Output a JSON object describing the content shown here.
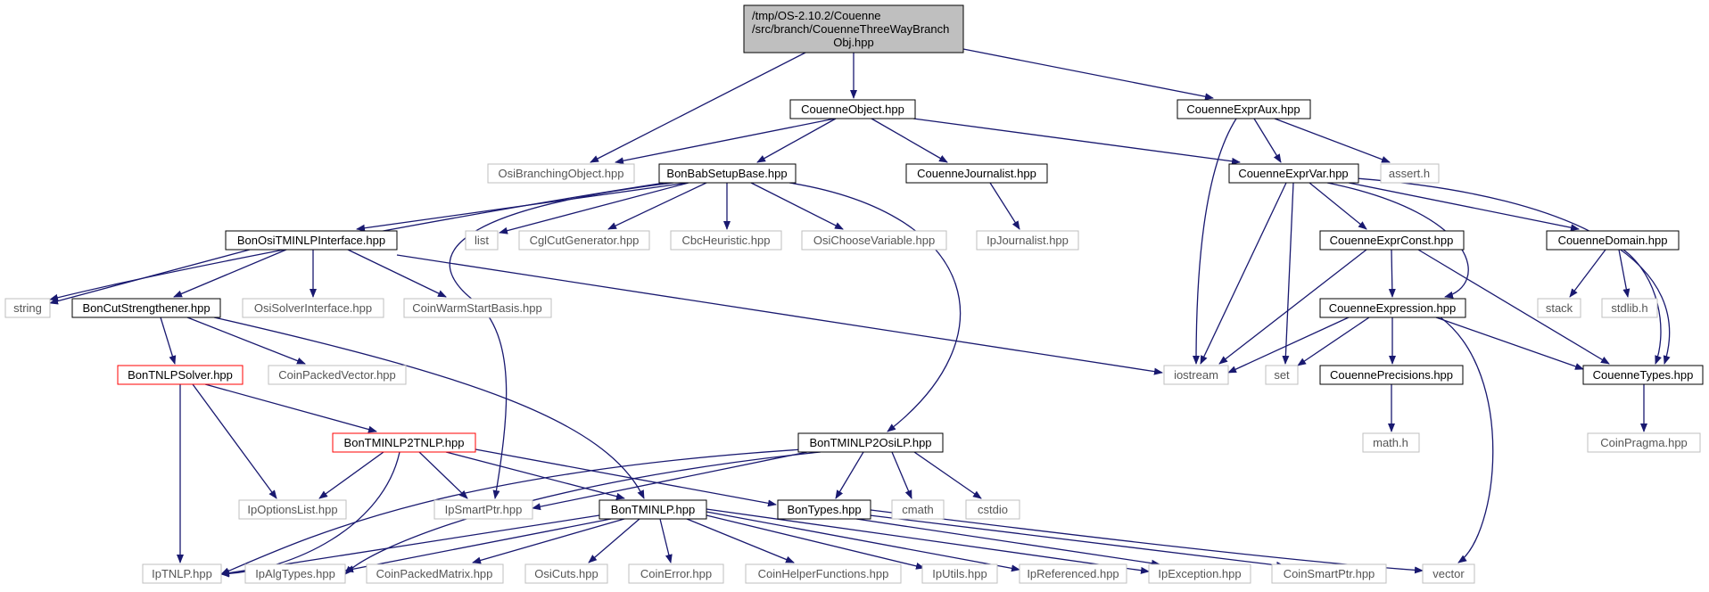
{
  "colors": {
    "edge": "#191970",
    "root_fill": "#bfbfbf",
    "normal_border": "#000000",
    "external_border": "#bfbfbf",
    "truncated_border": "#ff0000"
  },
  "root": {
    "lines": [
      "/tmp/OS-2.10.2/Couenne",
      "/src/branch/CouenneThreeWayBranch",
      "Obj.hpp"
    ]
  },
  "nodes": {
    "couenne_object": "CouenneObject.hpp",
    "couenne_expr_aux": "CouenneExprAux.hpp",
    "osi_branching_object": "OsiBranchingObject.hpp",
    "bon_bab_setup_base": "BonBabSetupBase.hpp",
    "couenne_journalist": "CouenneJournalist.hpp",
    "couenne_expr_var": "CouenneExprVar.hpp",
    "assert_h": "assert.h",
    "bon_osi_tminlp_interface": "BonOsiTMINLPInterface.hpp",
    "list": "list",
    "cgl_cut_generator": "CglCutGenerator.hpp",
    "cbc_heuristic": "CbcHeuristic.hpp",
    "osi_choose_variable": "OsiChooseVariable.hpp",
    "ip_journalist": "IpJournalist.hpp",
    "couenne_expr_const": "CouenneExprConst.hpp",
    "couenne_domain": "CouenneDomain.hpp",
    "string": "string",
    "bon_cut_strengthener": "BonCutStrengthener.hpp",
    "osi_solver_interface": "OsiSolverInterface.hpp",
    "coin_warm_start_basis": "CoinWarmStartBasis.hpp",
    "couenne_expression": "CouenneExpression.hpp",
    "stack": "stack",
    "stdlib_h": "stdlib.h",
    "bon_tnlp_solver": "BonTNLPSolver.hpp",
    "coin_packed_vector": "CoinPackedVector.hpp",
    "iostream": "iostream",
    "set": "set",
    "couenne_precisions": "CouennePrecisions.hpp",
    "couenne_types": "CouenneTypes.hpp",
    "bon_tminlp2tnlp": "BonTMINLP2TNLP.hpp",
    "bon_tminlp2osilp": "BonTMINLP2OsiLP.hpp",
    "math_h": "math.h",
    "coin_pragma": "CoinPragma.hpp",
    "ip_options_list": "IpOptionsList.hpp",
    "ip_smart_ptr": "IpSmartPtr.hpp",
    "bon_tminlp": "BonTMINLP.hpp",
    "bon_types": "BonTypes.hpp",
    "cmath": "cmath",
    "cstdio": "cstdio",
    "ip_tnlp": "IpTNLP.hpp",
    "ip_alg_types": "IpAlgTypes.hpp",
    "coin_packed_matrix": "CoinPackedMatrix.hpp",
    "osi_cuts": "OsiCuts.hpp",
    "coin_error": "CoinError.hpp",
    "coin_helper_functions": "CoinHelperFunctions.hpp",
    "ip_utils": "IpUtils.hpp",
    "ip_referenced": "IpReferenced.hpp",
    "ip_exception": "IpException.hpp",
    "coin_smart_ptr": "CoinSmartPtr.hpp",
    "vector": "vector"
  }
}
